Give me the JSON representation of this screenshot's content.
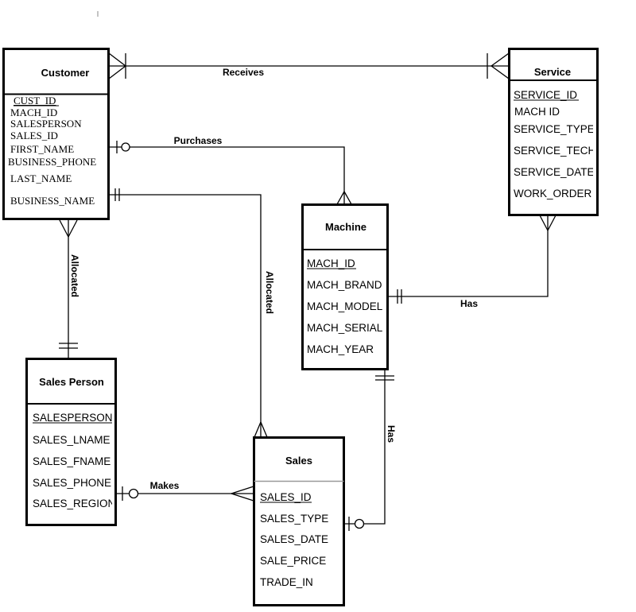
{
  "diagram": {
    "entities": {
      "customer": {
        "title": "Customer",
        "attributes": [
          "CUST_ID",
          "MACH_ID",
          "SALESPERSON",
          "SALES_ID",
          "FIRST_NAME",
          "BUSINESS_PHONE",
          "LAST_NAME",
          "BUSINESS_NAME"
        ],
        "key_attribute": "CUST_ID"
      },
      "service": {
        "title": "Service",
        "attributes": [
          "SERVICE_ID",
          "MACH  ID",
          "SERVICE_TYPE",
          "SERVICE_TECH",
          "SERVICE_DATE",
          "WORK_ORDER"
        ],
        "key_attribute": "SERVICE_ID"
      },
      "machine": {
        "title": "Machine",
        "attributes": [
          "MACH_ID",
          "MACH_BRAND",
          "MACH_MODEL",
          "MACH_SERIAL",
          "MACH_YEAR"
        ],
        "key_attribute": "MACH_ID"
      },
      "sales_person": {
        "title": "Sales Person",
        "attributes": [
          "SALESPERSON",
          "SALES_LNAME",
          "SALES_FNAME",
          "SALES_PHONE",
          "SALES_REGION"
        ],
        "key_attribute": "SALESPERSON"
      },
      "sales": {
        "title": "Sales",
        "attributes": [
          "SALES_ID",
          "SALES_TYPE",
          "SALES_DATE",
          "SALE_PRICE",
          "TRADE_IN"
        ],
        "key_attribute": "SALES_ID"
      }
    },
    "relationships": {
      "receives": "Receives",
      "purchases": "Purchases",
      "allocated_left": "Allocated",
      "allocated_right": "Allocated",
      "has_service": "Has",
      "has_sales": "Has",
      "makes": "Makes"
    }
  }
}
